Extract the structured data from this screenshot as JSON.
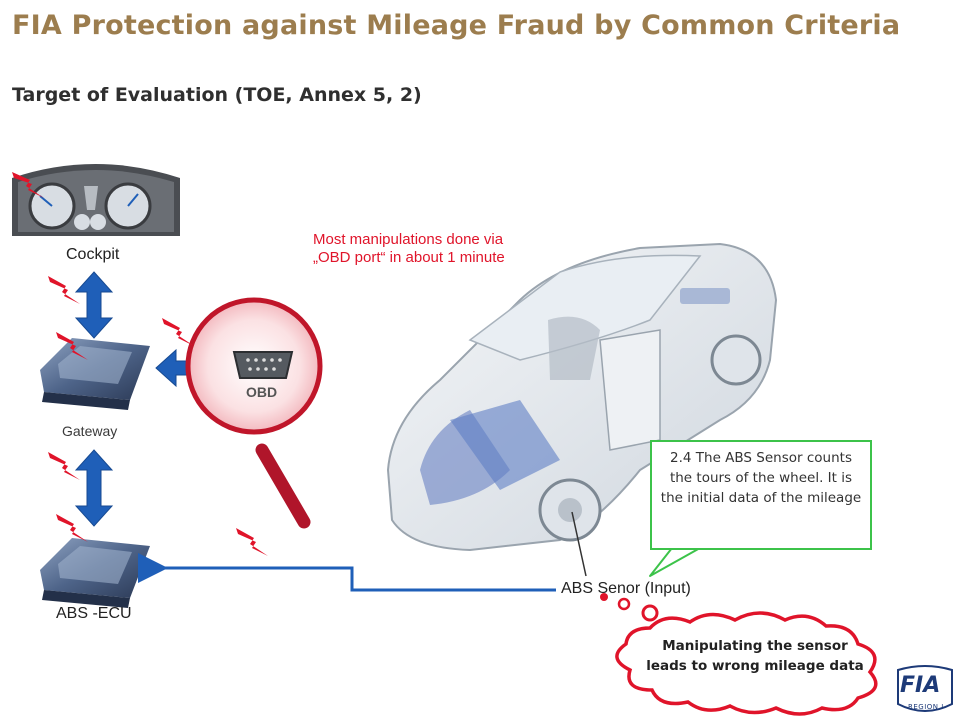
{
  "title": "FIA Protection against Mileage Fraud by Common Criteria",
  "subtitle": "Target of Evaluation (TOE, Annex 5, 2)",
  "labels": {
    "cockpit": "Cockpit",
    "gateway": "Gateway",
    "abs_ecu": "ABS -ECU",
    "obd": "OBD",
    "abs_sensor": "ABS Senor (Input)"
  },
  "note_obd": "Most manipulations done via „OBD port“ in about 1 minute",
  "callout_sensor": "2.4 The ABS Sensor counts the tours of the wheel. It is the initial data of the mileage",
  "thought_cloud": "Manipulating the sensor leads to wrong mileage data",
  "logo": {
    "text": "FIA",
    "region": "REGION I"
  },
  "colors": {
    "title": "#9c7d4e",
    "attack_red": "#e0142a",
    "arrow_blue": "#1f5fb8",
    "callout_green": "#3cc34a",
    "magnifier_red": "#c0162a"
  },
  "icons": [
    "lightning-icon",
    "dashboard-icon",
    "ecu-icon",
    "obd-connector-icon",
    "car-illustration",
    "magnifier-icon",
    "fia-logo"
  ]
}
